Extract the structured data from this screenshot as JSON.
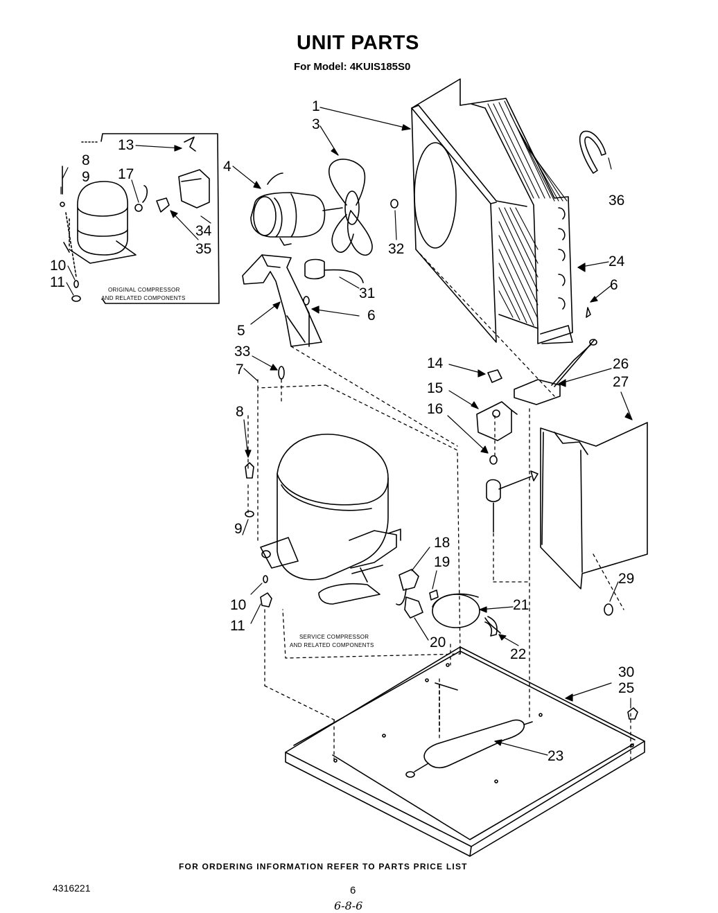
{
  "header": {
    "title": "UNIT PARTS",
    "subtitle": "For Model: 4KUIS185S0"
  },
  "captions": {
    "original_line1": "ORIGINAL COMPRESSOR",
    "original_line2": "AND RELATED COMPONENTS",
    "service_line1": "SERVICE COMPRESSOR",
    "service_line2": "AND RELATED COMPONENTS"
  },
  "callouts": {
    "c1": "1",
    "c3": "3",
    "c4": "4",
    "c5": "5",
    "c6a": "6",
    "c6b": "6",
    "c7": "7",
    "c8a": "8",
    "c8b": "8",
    "c9a": "9",
    "c9b": "9",
    "c10a": "10",
    "c10b": "10",
    "c11a": "11",
    "c11b": "11",
    "c13": "13",
    "c14": "14",
    "c15": "15",
    "c16": "16",
    "c17": "17",
    "c18": "18",
    "c19": "19",
    "c20": "20",
    "c21": "21",
    "c22": "22",
    "c23": "23",
    "c24": "24",
    "c25": "25",
    "c26": "26",
    "c27": "27",
    "c29": "29",
    "c30": "30",
    "c31": "31",
    "c32": "32",
    "c33": "33",
    "c34": "34",
    "c35": "35",
    "c36": "36"
  },
  "footer": {
    "ordering_note": "FOR ORDERING INFORMATION REFER TO PARTS PRICE LIST",
    "doc_number": "4316221",
    "page_number": "6",
    "handwritten": "6-8-6"
  }
}
